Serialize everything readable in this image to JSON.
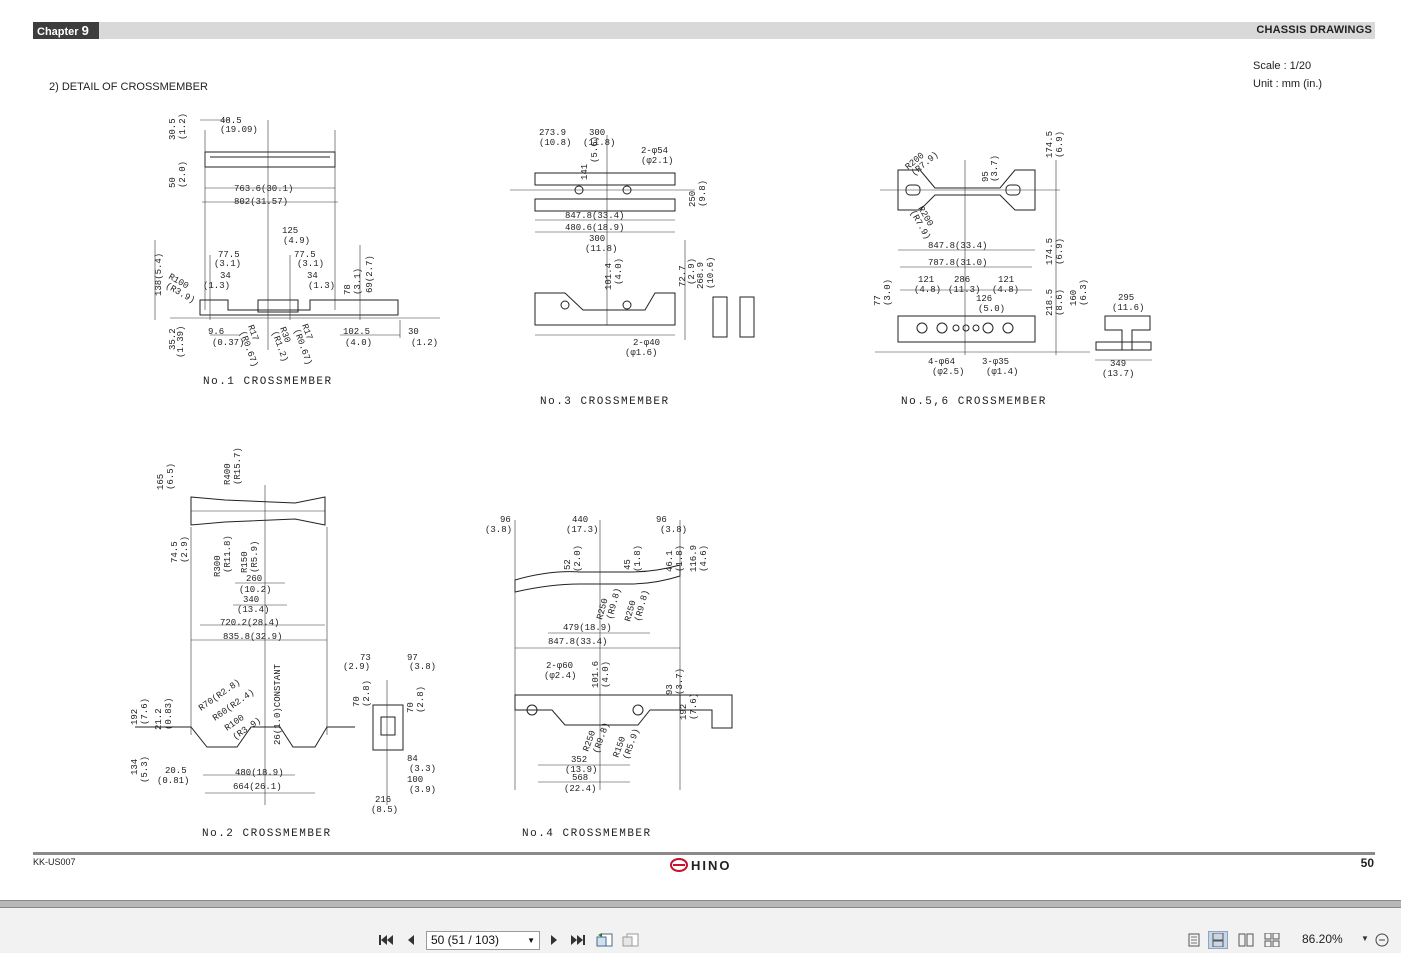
{
  "header": {
    "chapter_label": "Chapter",
    "chapter_number": "9",
    "section_title": "CHASSIS DRAWINGS"
  },
  "scale": {
    "scale_text": "Scale : 1/20",
    "unit_text": "Unit : mm (in.)"
  },
  "subtitle": "2) DETAIL OF CROSSMEMBER",
  "drawings": {
    "no1": {
      "caption": "No.1 CROSSMEMBER",
      "dims": [
        "48.5",
        "(19.09)",
        "30.5",
        "(1.2)",
        "50",
        "(2.0)",
        "763.6(30.1)",
        "802(31.57)",
        "125",
        "(4.9)",
        "77.5",
        "(3.1)",
        "77.5",
        "(3.1)",
        "34",
        "(1.3)",
        "34",
        "(1.3)",
        "138(5.4)",
        "R100",
        "(R3.9)",
        "78",
        "(3.1)",
        "69(2.7)",
        "35.2",
        "(1.39)",
        "9.6",
        "(0.37)",
        "R17",
        "(R0.67)",
        "R30",
        "(R1.2)",
        "R17",
        "(R0.67)",
        "102.5",
        "(4.0)",
        "30",
        "(1.2)"
      ]
    },
    "no3": {
      "caption": "No.3 CROSSMEMBER",
      "dims": [
        "273.9",
        "(10.8)",
        "300",
        "(11.8)",
        "141",
        "(5.6)",
        "2-φ54",
        "(φ2.1)",
        "250",
        "(9.8)",
        "847.8(33.4)",
        "480.6(18.9)",
        "300",
        "(11.8)",
        "101.4",
        "(4.0)",
        "72.7",
        "(2.9)",
        "268.9",
        "(10.6)",
        "2-φ40",
        "(φ1.6)"
      ]
    },
    "no56": {
      "caption": "No.5,6 CROSSMEMBER",
      "dims": [
        "R200",
        "(R7.9)",
        "95",
        "(3.7)",
        "174.5",
        "(6.9)",
        "R200",
        "(R7.9)",
        "847.8(33.4)",
        "174.5",
        "(6.9)",
        "787.8(31.0)",
        "121",
        "(4.8)",
        "286",
        "(11.3)",
        "121",
        "(4.8)",
        "126",
        "(5.0)",
        "77",
        "(3.0)",
        "218.5",
        "(8.6)",
        "160",
        "(6.3)",
        "295",
        "(11.6)",
        "4-φ64",
        "(φ2.5)",
        "3-φ35",
        "(φ1.4)",
        "349",
        "(13.7)"
      ]
    },
    "no2": {
      "caption": "No.2 CROSSMEMBER",
      "dims": [
        "165",
        "(6.5)",
        "R400",
        "(R15.7)",
        "74.5",
        "(2.9)",
        "R300",
        "(R11.8)",
        "R150",
        "(R5.9)",
        "260",
        "(10.2)",
        "340",
        "(13.4)",
        "720.2(28.4)",
        "835.8(32.9)",
        "73",
        "(2.9)",
        "97",
        "(3.8)",
        "70",
        "(2.8)",
        "70",
        "(2.8)",
        "R70(R2.8)",
        "R60(R2.4)",
        "R100",
        "(R3.9)",
        "192",
        "(7.6)",
        "21.2",
        "(0.83)",
        "26(1.0)CONSTANT",
        "134",
        "(5.3)",
        "20.5",
        "(0.81)",
        "480(18.9)",
        "664(26.1)",
        "84",
        "(3.3)",
        "100",
        "(3.9)",
        "216",
        "(8.5)"
      ]
    },
    "no4": {
      "caption": "No.4 CROSSMEMBER",
      "dims": [
        "96",
        "(3.8)",
        "440",
        "(17.3)",
        "96",
        "(3.8)",
        "52",
        "(2.0)",
        "45",
        "(1.8)",
        "46.1",
        "(1.8)",
        "116.9",
        "(4.6)",
        "R250",
        "(R9.8)",
        "R250",
        "(R9.8)",
        "479(18.9)",
        "847.8(33.4)",
        "2-φ60",
        "(φ2.4)",
        "101.6",
        "(4.0)",
        "93",
        "(3.7)",
        "192",
        "(7.6)",
        "R250",
        "(R9.8)",
        "R150",
        "(R5.9)",
        "352",
        "(13.9)",
        "568",
        "(22.4)"
      ]
    }
  },
  "footer": {
    "doc_code": "KK-US007",
    "logo_text": "HINO",
    "page_number": "50"
  },
  "toolbar": {
    "first_icon": "first-page-icon",
    "prev_icon": "prev-page-icon",
    "page_value": "50 (51 / 103)",
    "next_icon": "next-page-icon",
    "last_icon": "last-page-icon",
    "zoom": "86.20%"
  }
}
